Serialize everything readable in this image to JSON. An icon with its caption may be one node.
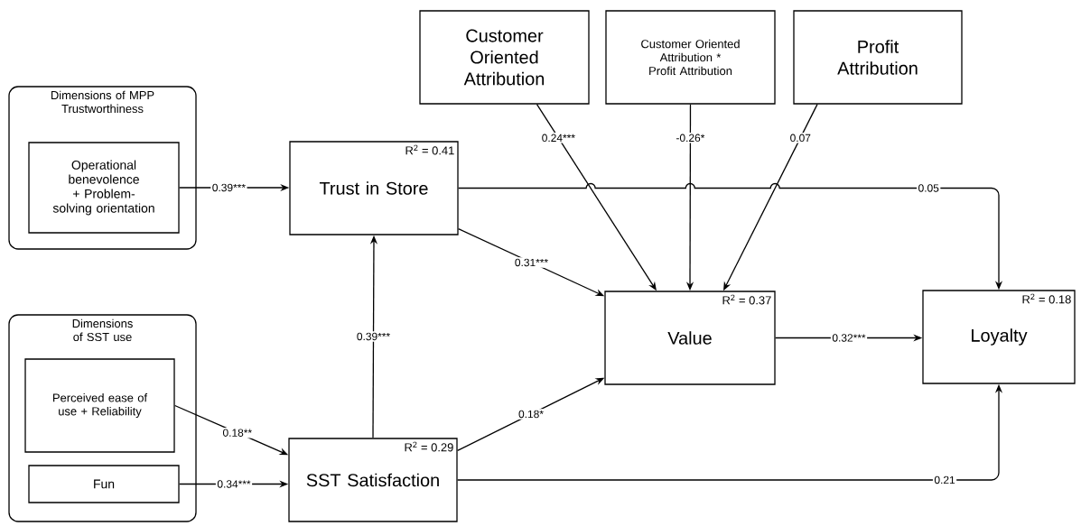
{
  "diagram": {
    "nodes": [
      {
        "text": [
          "Dimensions of MPP Trustworthiness"
        ]
      },
      {
        "text": [
          "Operational benevolence + Problem-solving orientation"
        ],
        "in": 0
      },
      {
        "text": [
          "R$^{2}$ = 0.41",
          "Trust in Store"
        ]
      },
      {
        "text": [
          "Customer Oriented Attribution"
        ]
      },
      {
        "text": [
          "Customer Oriented Attribution * Profit Attribution"
        ]
      },
      {
        "text": [
          "Profit Attribution"
        ]
      },
      {
        "text": [
          "R$^{2}$ = 0.37",
          "Value"
        ]
      },
      {
        "text": [
          "Dimensions of SST use"
        ]
      },
      {
        "text": [
          "Perceived ease of use + Reliability"
        ],
        "in": 7
      },
      {
        "text": [
          "Fun"
        ],
        "in": 7
      },
      {
        "text": [
          "R$^{2}$ = 0.29",
          "SST Satisfaction"
        ]
      },
      {
        "text": [
          "R$^{2}$ = 0.18",
          "Loyalty"
        ]
      }
    ],
    "edges": [
      {
        "from": 1,
        "to": 2,
        "arrow": "to",
        "label": "0.39***"
      },
      {
        "from": 2,
        "to": 6,
        "arrow": "to",
        "label": "0.31***"
      },
      {
        "from": 2,
        "to": 11,
        "arrow": "to",
        "label": "0.05"
      },
      {
        "from": 3,
        "to": 6,
        "arrow": "to",
        "label": "0.24***"
      },
      {
        "from": 4,
        "to": 6,
        "arrow": "to",
        "label": "-0.26*"
      },
      {
        "from": 5,
        "to": 6,
        "arrow": "to",
        "label": "0.07"
      },
      {
        "from": 10,
        "to": 2,
        "arrow": "to",
        "label": "0.39***"
      },
      {
        "from": 8,
        "to": 10,
        "arrow": "to",
        "label": "0.18**"
      },
      {
        "from": 9,
        "to": 10,
        "arrow": "to",
        "label": "0.34***"
      },
      {
        "from": 10,
        "to": 6,
        "arrow": "to",
        "label": "0.18*"
      },
      {
        "from": 6,
        "to": 11,
        "arrow": "to",
        "label": "0.32***"
      },
      {
        "from": 10,
        "to": 11,
        "arrow": "to",
        "label": "0.21"
      }
    ]
  }
}
